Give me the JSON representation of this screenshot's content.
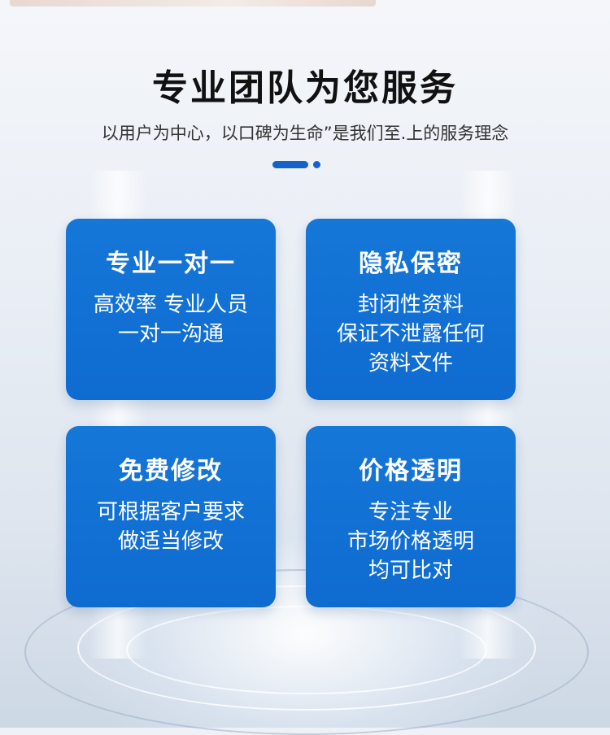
{
  "header": {
    "title": "专业团队为您服务",
    "subtitle": "以用户为中心，以口碑为生命”是我们至.上的服务理念"
  },
  "cards": [
    {
      "title": "专业一对一",
      "lines": [
        "高效率 专业人员",
        "一对一沟通"
      ]
    },
    {
      "title": "隐私保密",
      "lines": [
        "封闭性资料",
        "保证不泄露任何",
        "资料文件"
      ]
    },
    {
      "title": "免费修改",
      "lines": [
        "可根据客户要求",
        "做适当修改"
      ]
    },
    {
      "title": "价格透明",
      "lines": [
        "专注专业",
        "市场价格透明",
        "均可比对"
      ]
    }
  ],
  "colors": {
    "card_blue": "#1577d8",
    "accent_blue": "#1562c9",
    "title_text": "#111111"
  }
}
